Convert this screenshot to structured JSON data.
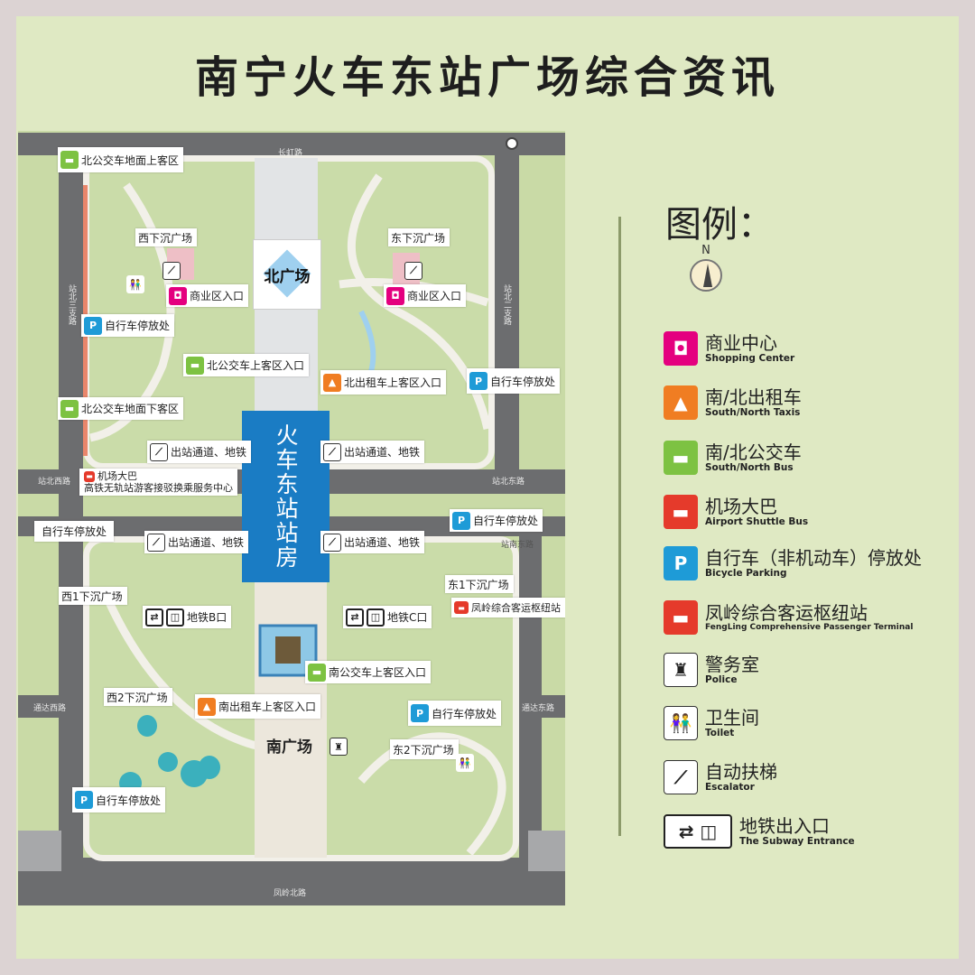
{
  "title": "南宁火车东站广场综合资讯",
  "map": {
    "station_building": "火车东站站房",
    "north_plaza": "北广场",
    "south_plaza": "南广场",
    "roads": {
      "top": "长虹路",
      "north_left": "站北三支路",
      "north_right": "站北二支路",
      "mid_west": "站北西路",
      "mid_east": "站北东路",
      "south_east_top": "站南东路",
      "tongda_west": "通达西路",
      "tongda_east": "通达东路",
      "bottom": "凤岭北路"
    },
    "callouts": {
      "n_bus_ground_pickup": "北公交车地面上客区",
      "west_sunken_plaza": "西下沉广场",
      "east_sunken_plaza": "东下沉广场",
      "shop_entry_w": "商业区入口",
      "shop_entry_e": "商业区入口",
      "bike_nw": "自行车停放处",
      "n_bus_entry": "北公交车上客区入口",
      "n_taxi_entry": "北出租车上客区入口",
      "bike_ne": "自行车停放处",
      "n_bus_ground_dropoff": "北公交车地面下客区",
      "exit_nw": "出站通道、地铁",
      "exit_ne": "出站通道、地铁",
      "airport_bus": "机场大巴",
      "transfer_center": "高铁无轨站游客接驳换乘服务中心",
      "bike_sw_top": "自行车停放处",
      "exit_sw": "出站通道、地铁",
      "exit_se": "出站通道、地铁",
      "bike_se_top": "自行车停放处",
      "w1_sunken": "西1下沉广场",
      "e1_sunken": "东1下沉广场",
      "fengling_terminal": "凤岭综合客运枢纽站",
      "subway_b": "地铁B口",
      "subway_c": "地铁C口",
      "s_bus_entry": "南公交车上客区入口",
      "w2_sunken": "西2下沉广场",
      "s_taxi_entry": "南出租车上客区入口",
      "bike_se": "自行车停放处",
      "e2_sunken": "东2下沉广场",
      "bike_sw": "自行车停放处"
    }
  },
  "legend": {
    "title": "图例：",
    "compass_label": "N",
    "items": [
      {
        "cn": "商业中心",
        "en": "Shopping Center",
        "icon": "shopping-bag-icon",
        "color": "#e4007f"
      },
      {
        "cn": "南/北出租车",
        "en": "South/North Taxis",
        "icon": "taxi-icon",
        "color": "#f07d22"
      },
      {
        "cn": "南/北公交车",
        "en": "South/North Bus",
        "icon": "bus-icon",
        "color": "#7dc242"
      },
      {
        "cn": "机场大巴",
        "en": "Airport Shuttle Bus",
        "icon": "airport-bus-icon",
        "color": "#e53a2b"
      },
      {
        "cn": "自行车（非机动车）停放处",
        "en": "Bicycle Parking",
        "icon": "bicycle-parking-icon",
        "color": "#1e9bd7"
      },
      {
        "cn": "凤岭综合客运枢纽站",
        "en": "FengLing Comprehensive Passenger Terminal",
        "icon": "coach-icon",
        "color": "#e53a2b"
      },
      {
        "cn": "警务室",
        "en": "Police",
        "icon": "police-icon",
        "color": "#ffffff"
      },
      {
        "cn": "卫生间",
        "en": "Toilet",
        "icon": "toilet-icon",
        "color": "#ffffff"
      },
      {
        "cn": "自动扶梯",
        "en": "Escalator",
        "icon": "escalator-icon",
        "color": "#ffffff"
      },
      {
        "cn": "地铁出入口",
        "en": "The Subway Entrance",
        "icon": "subway-entrance-icon",
        "color": "#ffffff"
      }
    ]
  }
}
